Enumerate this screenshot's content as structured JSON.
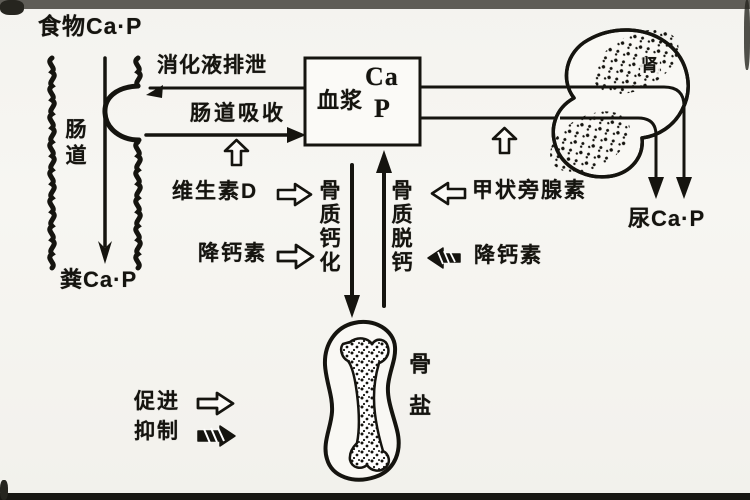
{
  "colors": {
    "ink": "#15140f",
    "paper": "#f5f4f0"
  },
  "nodes": {
    "food": "食物Ca·P",
    "intestine": "肠道",
    "plasma": "血浆",
    "plasma_ca": "Ca",
    "plasma_p": "P",
    "kidney": "肾",
    "urine": "尿Ca·P",
    "feces": "粪Ca·P",
    "bone_salt": "骨盐"
  },
  "processes": {
    "digestive_excretion": "消化液排泄",
    "intestinal_absorption": "肠道吸收",
    "bone_calcification": "骨质钙化",
    "bone_decalcification": "骨质脱钙"
  },
  "regulators": {
    "vitamin_d": "维生素D",
    "calcitonin_left": "降钙素",
    "parathyroid_hormone": "甲状旁腺素",
    "calcitonin_right": "降钙素"
  },
  "legend": {
    "promote": "促进",
    "inhibit": "抑制"
  }
}
